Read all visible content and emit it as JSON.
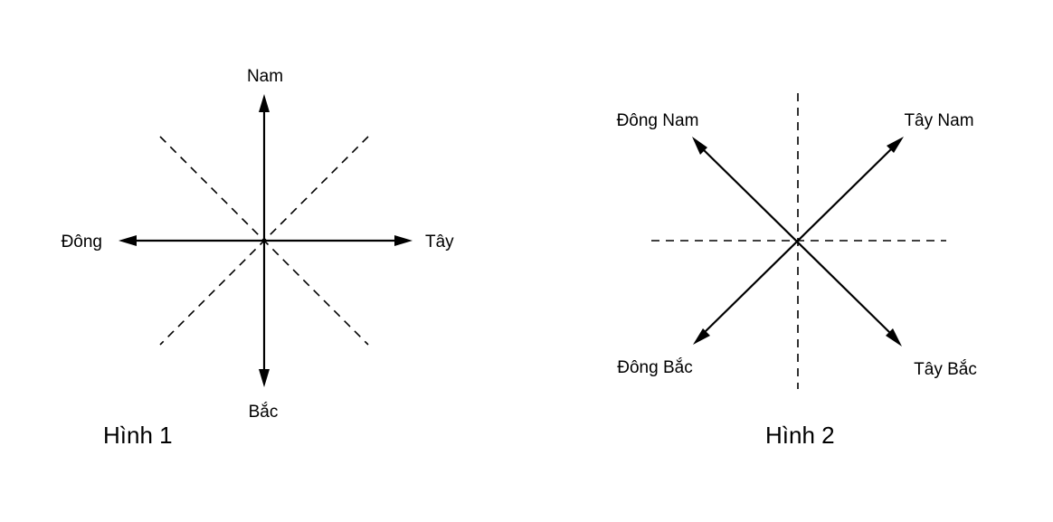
{
  "figure1": {
    "caption": "Hình 1",
    "labels": {
      "top": "Nam",
      "bottom": "Bắc",
      "left": "Đông",
      "right": "Tây"
    }
  },
  "figure2": {
    "caption": "Hình 2",
    "labels": {
      "top_left": "Đông Nam",
      "top_right": "Tây Nam",
      "bottom_left": "Đông Bắc",
      "bottom_right": "Tây Bắc"
    }
  }
}
